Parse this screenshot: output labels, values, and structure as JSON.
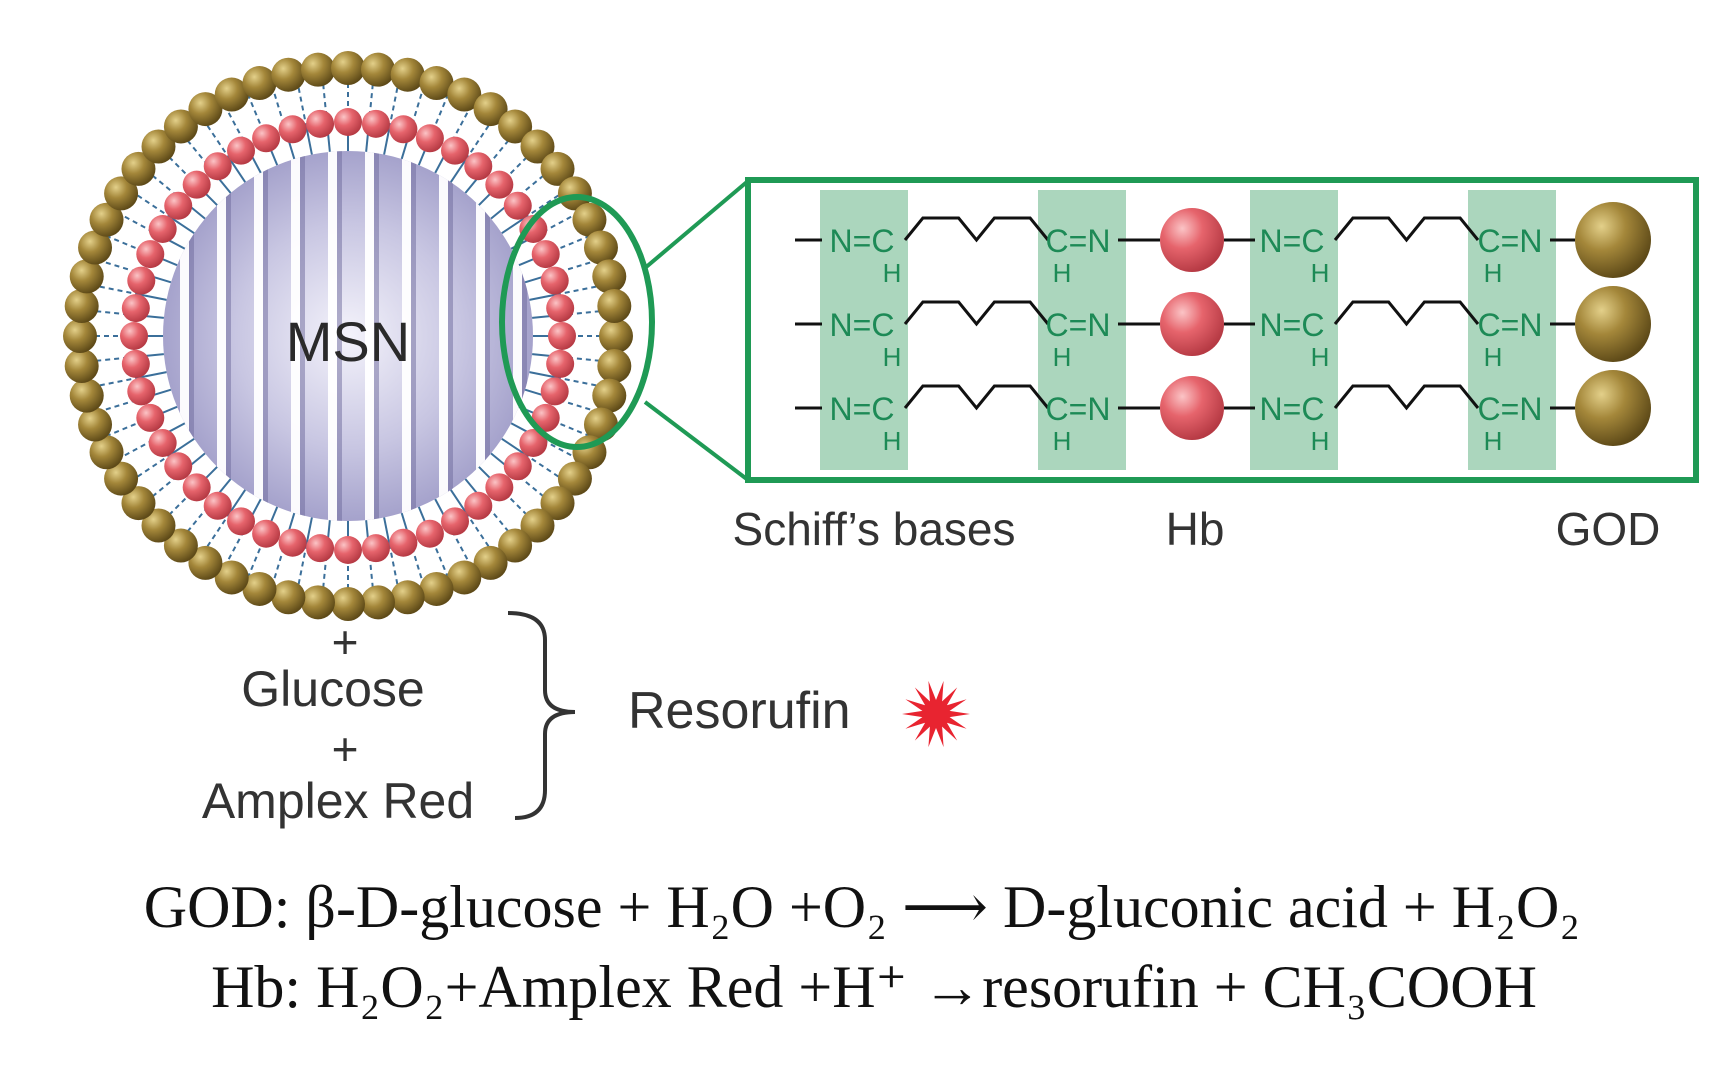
{
  "msn_label": "MSN",
  "labels": {
    "schiff_bases": "Schiff’s bases",
    "hb": "Hb",
    "god": "GOD"
  },
  "chain_text": {
    "n_eq_c": "N=C",
    "c_eq_n": "C=N",
    "h": "H"
  },
  "reaction": {
    "plus": "+",
    "glucose": "Glucose",
    "amplex_red": "Amplex Red",
    "product": "Resorufin"
  },
  "equations": {
    "god_eq": "GOD:  β-D-glucose + H₂O +O₂ ⟶ D-gluconic acid + H₂O₂",
    "hb_eq": "Hb:  H₂O₂+Amplex Red +H⁺ →resorufin + CH₃COOH"
  },
  "colors": {
    "outer_bead": "#9a7f2e",
    "inner_bead": "#e0606a",
    "green_frame": "#1f9a55",
    "schiff_band": "#9ccfb1",
    "chain_text": "#1d8a56",
    "core_fill": "#b7b4d6",
    "star": "#e82430"
  },
  "icons": {
    "star": "starburst-icon"
  }
}
